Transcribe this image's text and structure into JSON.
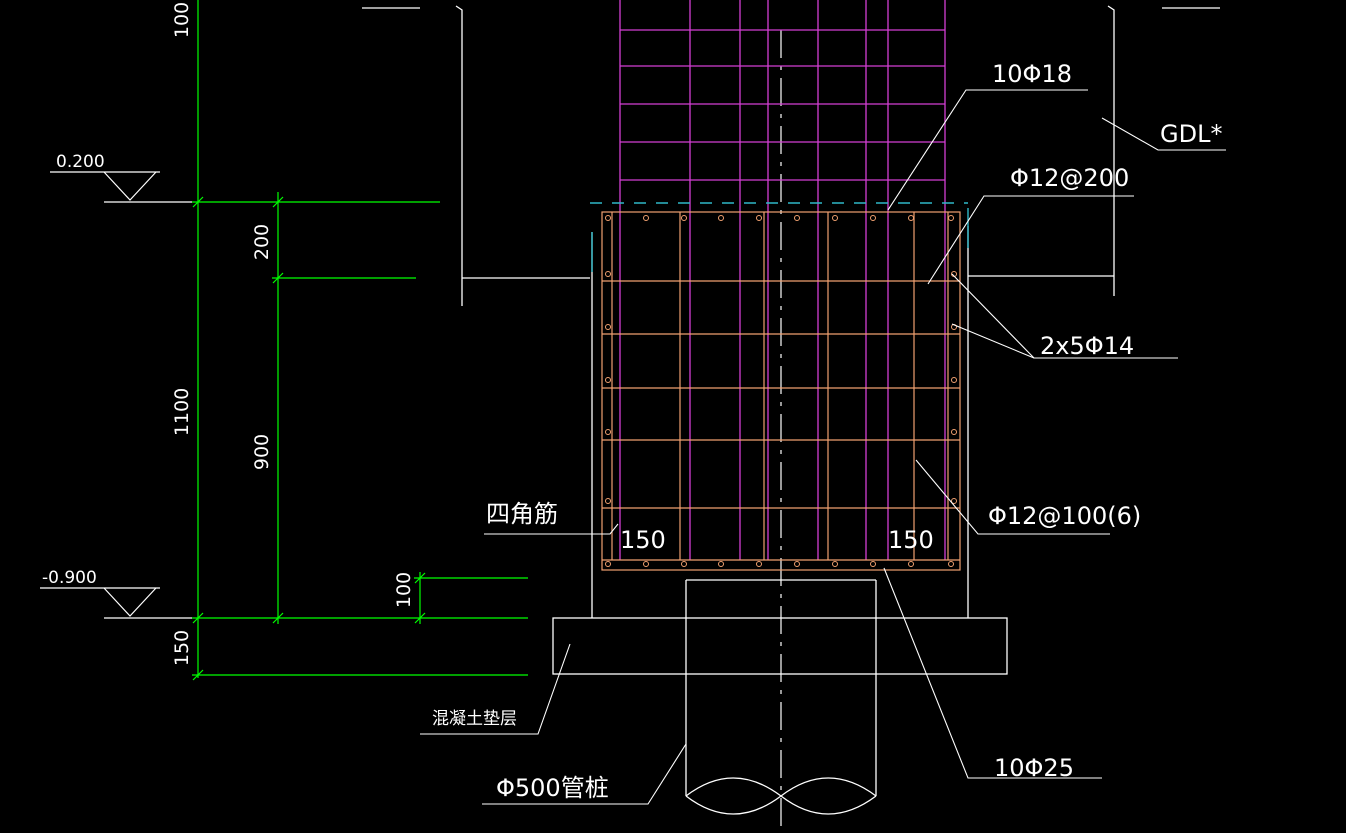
{
  "drawing": {
    "elevations": {
      "top": "0.200",
      "bottom": "-0.900"
    },
    "dimensions": {
      "top_partial": "100",
      "upper_200": "200",
      "total_1100": "1100",
      "middle_900": "900",
      "lower_100": "100",
      "cushion_150": "150",
      "cover_left": "150",
      "cover_right": "150"
    },
    "labels": {
      "top_bars": "10Φ18",
      "beam": "GDL*",
      "stirrup_upper": "Φ12@200",
      "side_bars": "2x5Φ14",
      "stirrup_lower": "Φ12@100(6)",
      "corner_bars": "四角筋",
      "bottom_bars": "10Φ25",
      "cushion": "混凝土垫层",
      "pile": "Φ500管桩"
    },
    "colors": {
      "background": "#000000",
      "line_white": "#ffffff",
      "dim_green": "#00ff00",
      "rebar_magenta": "#d43fd4",
      "rebar_orange": "#f0a070",
      "cyan": "#2fb8c8"
    }
  }
}
